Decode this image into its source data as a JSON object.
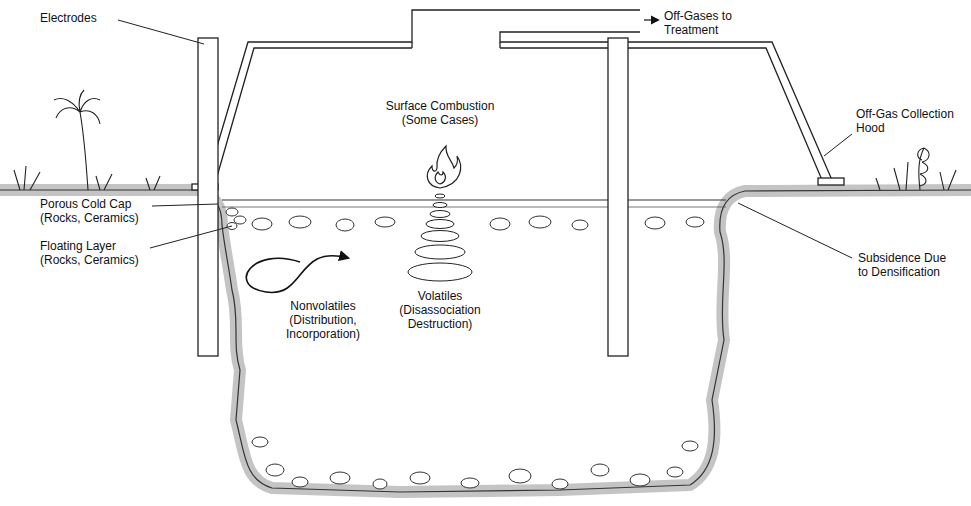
{
  "diagram": {
    "labels": [
      "Electrodes",
      "Off-Gases to Treatment",
      "Surface Combustion (Some Cases)",
      "Off-Gas Collection Hood",
      "Porous Cold Cap (Rocks, Ceramics)",
      "Floating Layer (Rocks, Ceramics)",
      "Subsidence Due to Densification",
      "Nonvolatiles (Distribution, Incorporation)",
      "Volatiles (Disassociation Destruction)"
    ]
  }
}
